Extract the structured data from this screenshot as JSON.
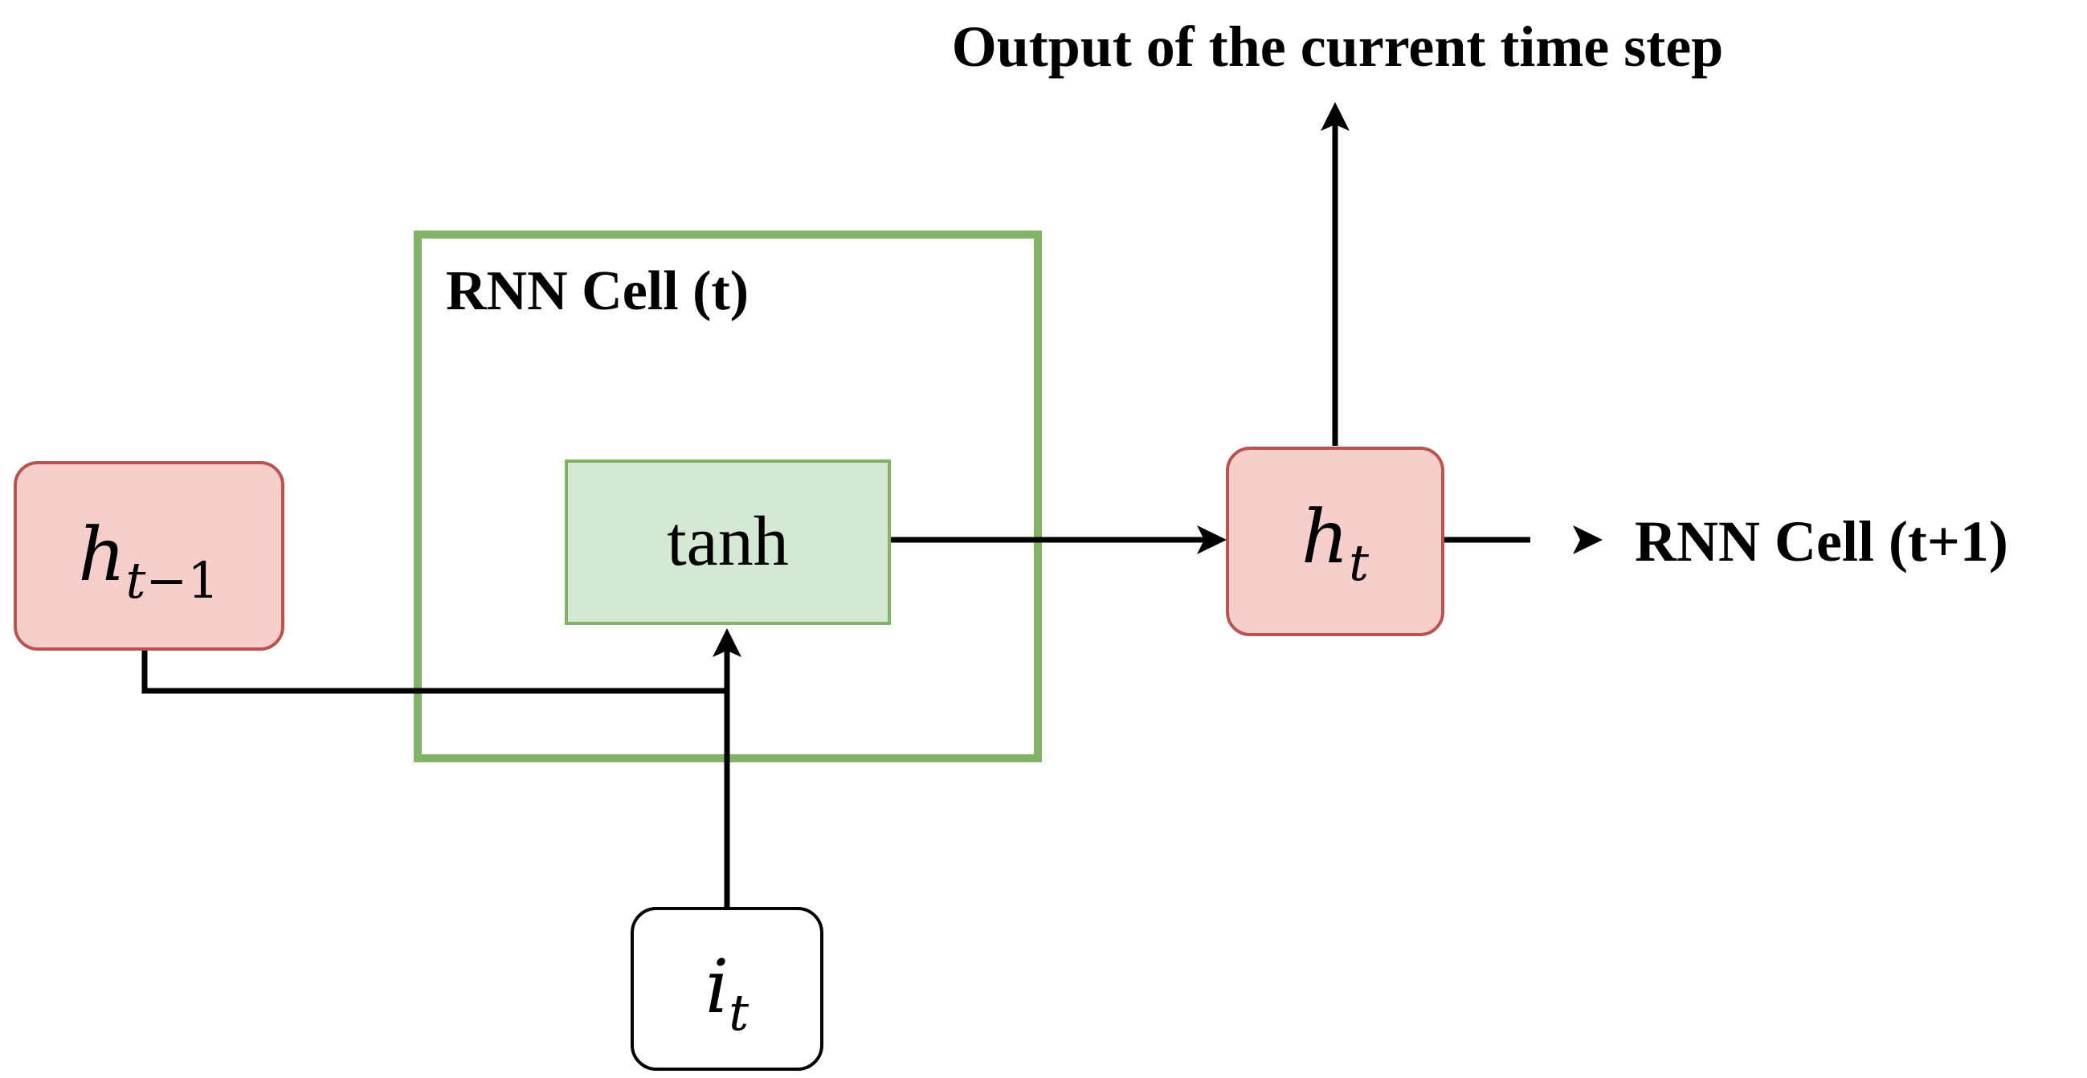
{
  "title": "Output of the current time step",
  "cell_label": "RNN Cell (t)",
  "next_cell_label": "RNN Cell (t+1)",
  "activation_label": "tanh",
  "nodes": {
    "prev_hidden": {
      "symbol": "h",
      "subscript_var": "t",
      "subscript_rest": "−1"
    },
    "current_hidden": {
      "symbol": "h",
      "subscript_var": "t"
    },
    "input": {
      "symbol": "i",
      "subscript_var": "t"
    }
  },
  "colors": {
    "hidden_fill": "#f8cecc",
    "hidden_stroke": "#b85450",
    "cell_stroke": "#82b366",
    "activation_fill": "#d5e8d4",
    "activation_stroke": "#82b366",
    "input_fill": "#ffffff",
    "input_stroke": "#000000",
    "arrow": "#000000"
  }
}
